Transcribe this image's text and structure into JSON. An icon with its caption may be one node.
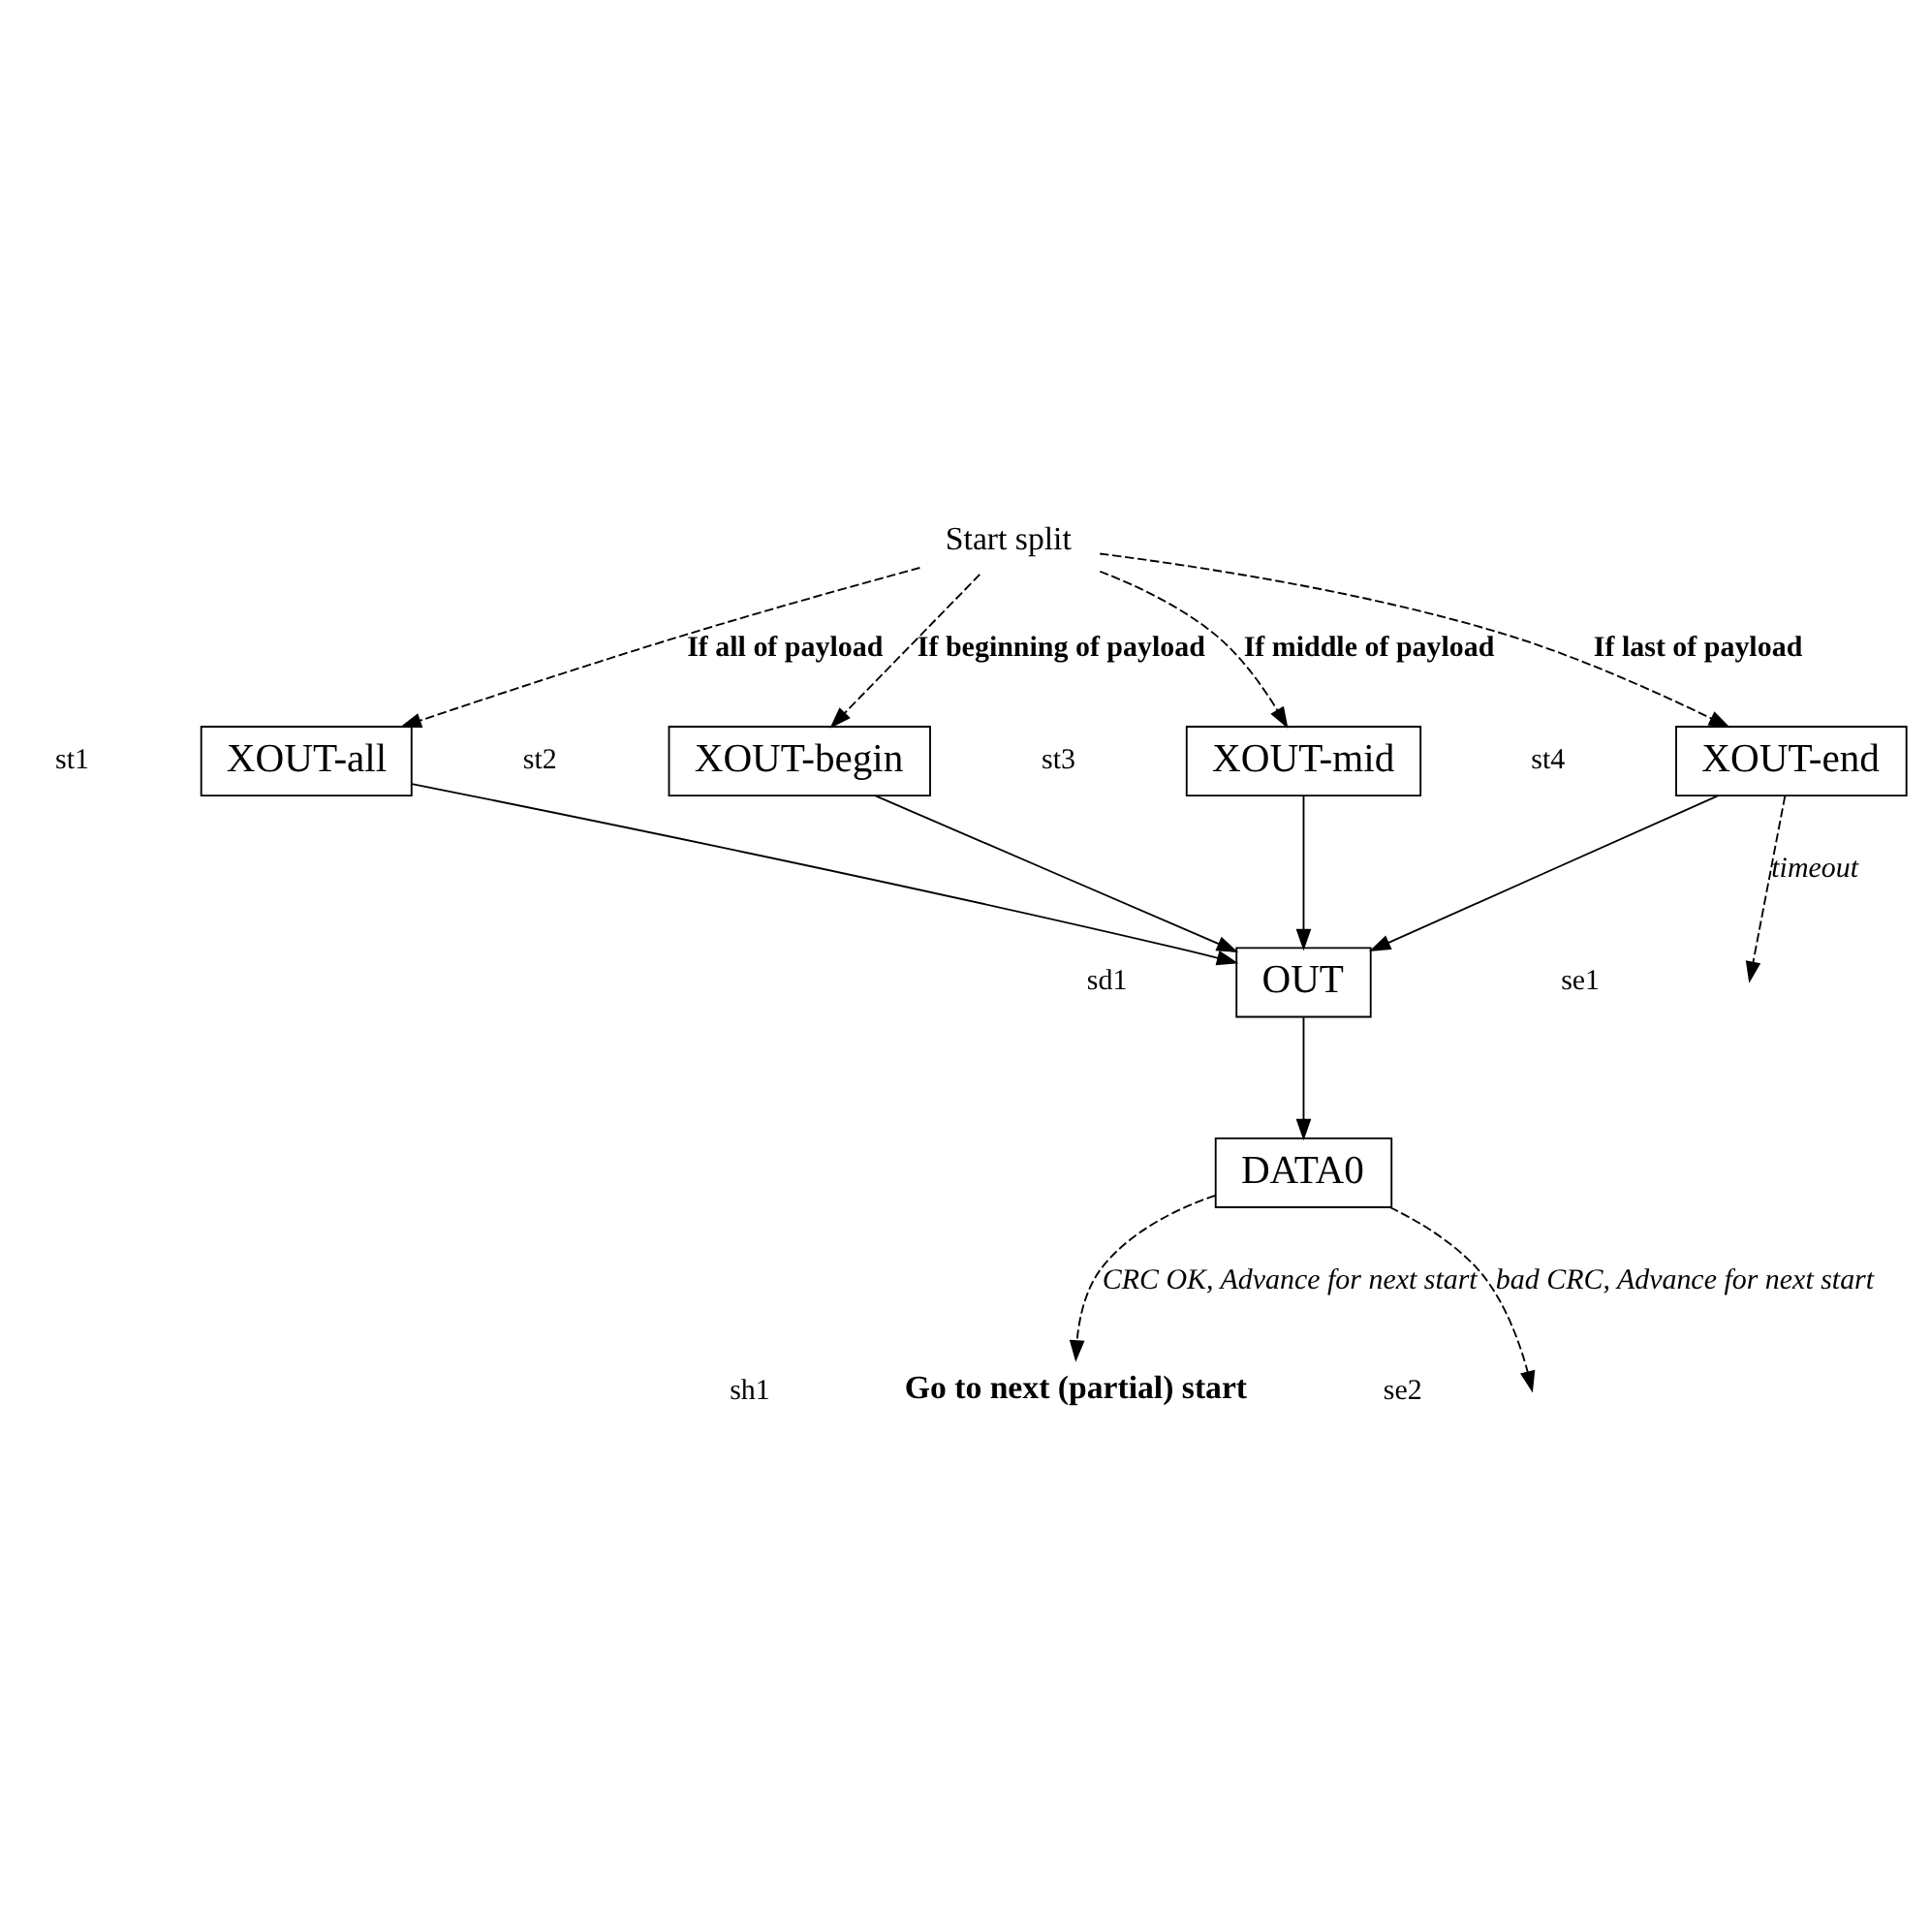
{
  "diagram": {
    "nodes": [
      {
        "text": [
          "Start split"
        ]
      },
      {
        "text": [
          "XOUT-all"
        ]
      },
      {
        "text": [
          "XOUT-begin"
        ]
      },
      {
        "text": [
          "XOUT-mid"
        ]
      },
      {
        "text": [
          "XOUT-end"
        ]
      },
      {
        "text": [
          "OUT"
        ]
      },
      {
        "text": [
          "DATA0"
        ]
      },
      {
        "text": [
          "Go to next (partial) start"
        ]
      }
    ],
    "edges": [
      {
        "from": 0,
        "to": 1,
        "arrow": "to",
        "label": "If all of payload",
        "style": "dashed"
      },
      {
        "from": 0,
        "to": 2,
        "arrow": "to",
        "label": "If beginning of payload",
        "style": "dashed"
      },
      {
        "from": 0,
        "to": 3,
        "arrow": "to",
        "label": "If middle of payload",
        "style": "dashed"
      },
      {
        "from": 0,
        "to": 4,
        "arrow": "to",
        "label": "If last of payload",
        "style": "dashed"
      },
      {
        "from": 1,
        "to": 5,
        "arrow": "to"
      },
      {
        "from": 2,
        "to": 5,
        "arrow": "to"
      },
      {
        "from": 3,
        "to": 5,
        "arrow": "to"
      },
      {
        "from": 4,
        "to": 5,
        "arrow": "to"
      },
      {
        "from": 4,
        "to": null,
        "arrow": "to",
        "label": "timeout",
        "style": "dashed"
      },
      {
        "from": 5,
        "to": 6,
        "arrow": "to"
      },
      {
        "from": 6,
        "to": 7,
        "arrow": "to",
        "label": "CRC OK, Advance for next start",
        "style": "dashed"
      },
      {
        "from": 6,
        "to": null,
        "arrow": "to",
        "label": "bad CRC, Advance for next start",
        "style": "dashed"
      }
    ],
    "labels": [
      "st1",
      "st2",
      "st3",
      "st4",
      "sd1",
      "se1",
      "sh1",
      "se2"
    ]
  }
}
